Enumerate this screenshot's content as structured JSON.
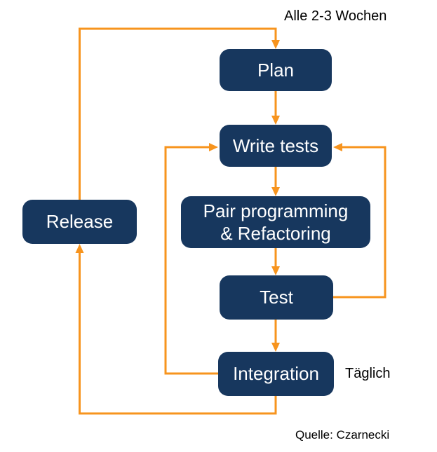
{
  "diagram": {
    "nodes": {
      "plan": {
        "label": "Plan"
      },
      "write_tests": {
        "label": "Write tests"
      },
      "pair": {
        "label": "Pair programming\n& Refactoring"
      },
      "test": {
        "label": "Test"
      },
      "integration": {
        "label": "Integration"
      },
      "release": {
        "label": "Release"
      }
    },
    "annotations": {
      "cycle": "Alle 2-3 Wochen",
      "daily": "Täglich",
      "source": "Quelle: Czarnecki"
    }
  },
  "colors": {
    "node_bg": "#17375E",
    "node_text": "#FFFFFF",
    "arrow": "#F7941E",
    "label_text": "#000000"
  }
}
